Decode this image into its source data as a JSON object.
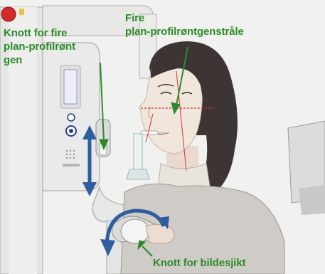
{
  "labels": {
    "knob_laser": [
      "Knott for fire",
      "plan-profilrønt",
      "gen"
    ],
    "beam": [
      "Fire",
      "plan-profilrøntgenstråle"
    ],
    "knob_layer": "Knott for bildesjikt"
  },
  "icons": [
    "red-emergency-button-icon",
    "double-arrow-vertical-icon",
    "rotate-arrow-icon",
    "pointer-arrow-icon"
  ],
  "colors": {
    "label_text": "#2d8a2a",
    "arrow_blue": "#2f5e9e",
    "laser_line": "#d63030",
    "hair": "#3d3434",
    "skin": "#f1e6dc",
    "device": "#e6e7e6"
  }
}
